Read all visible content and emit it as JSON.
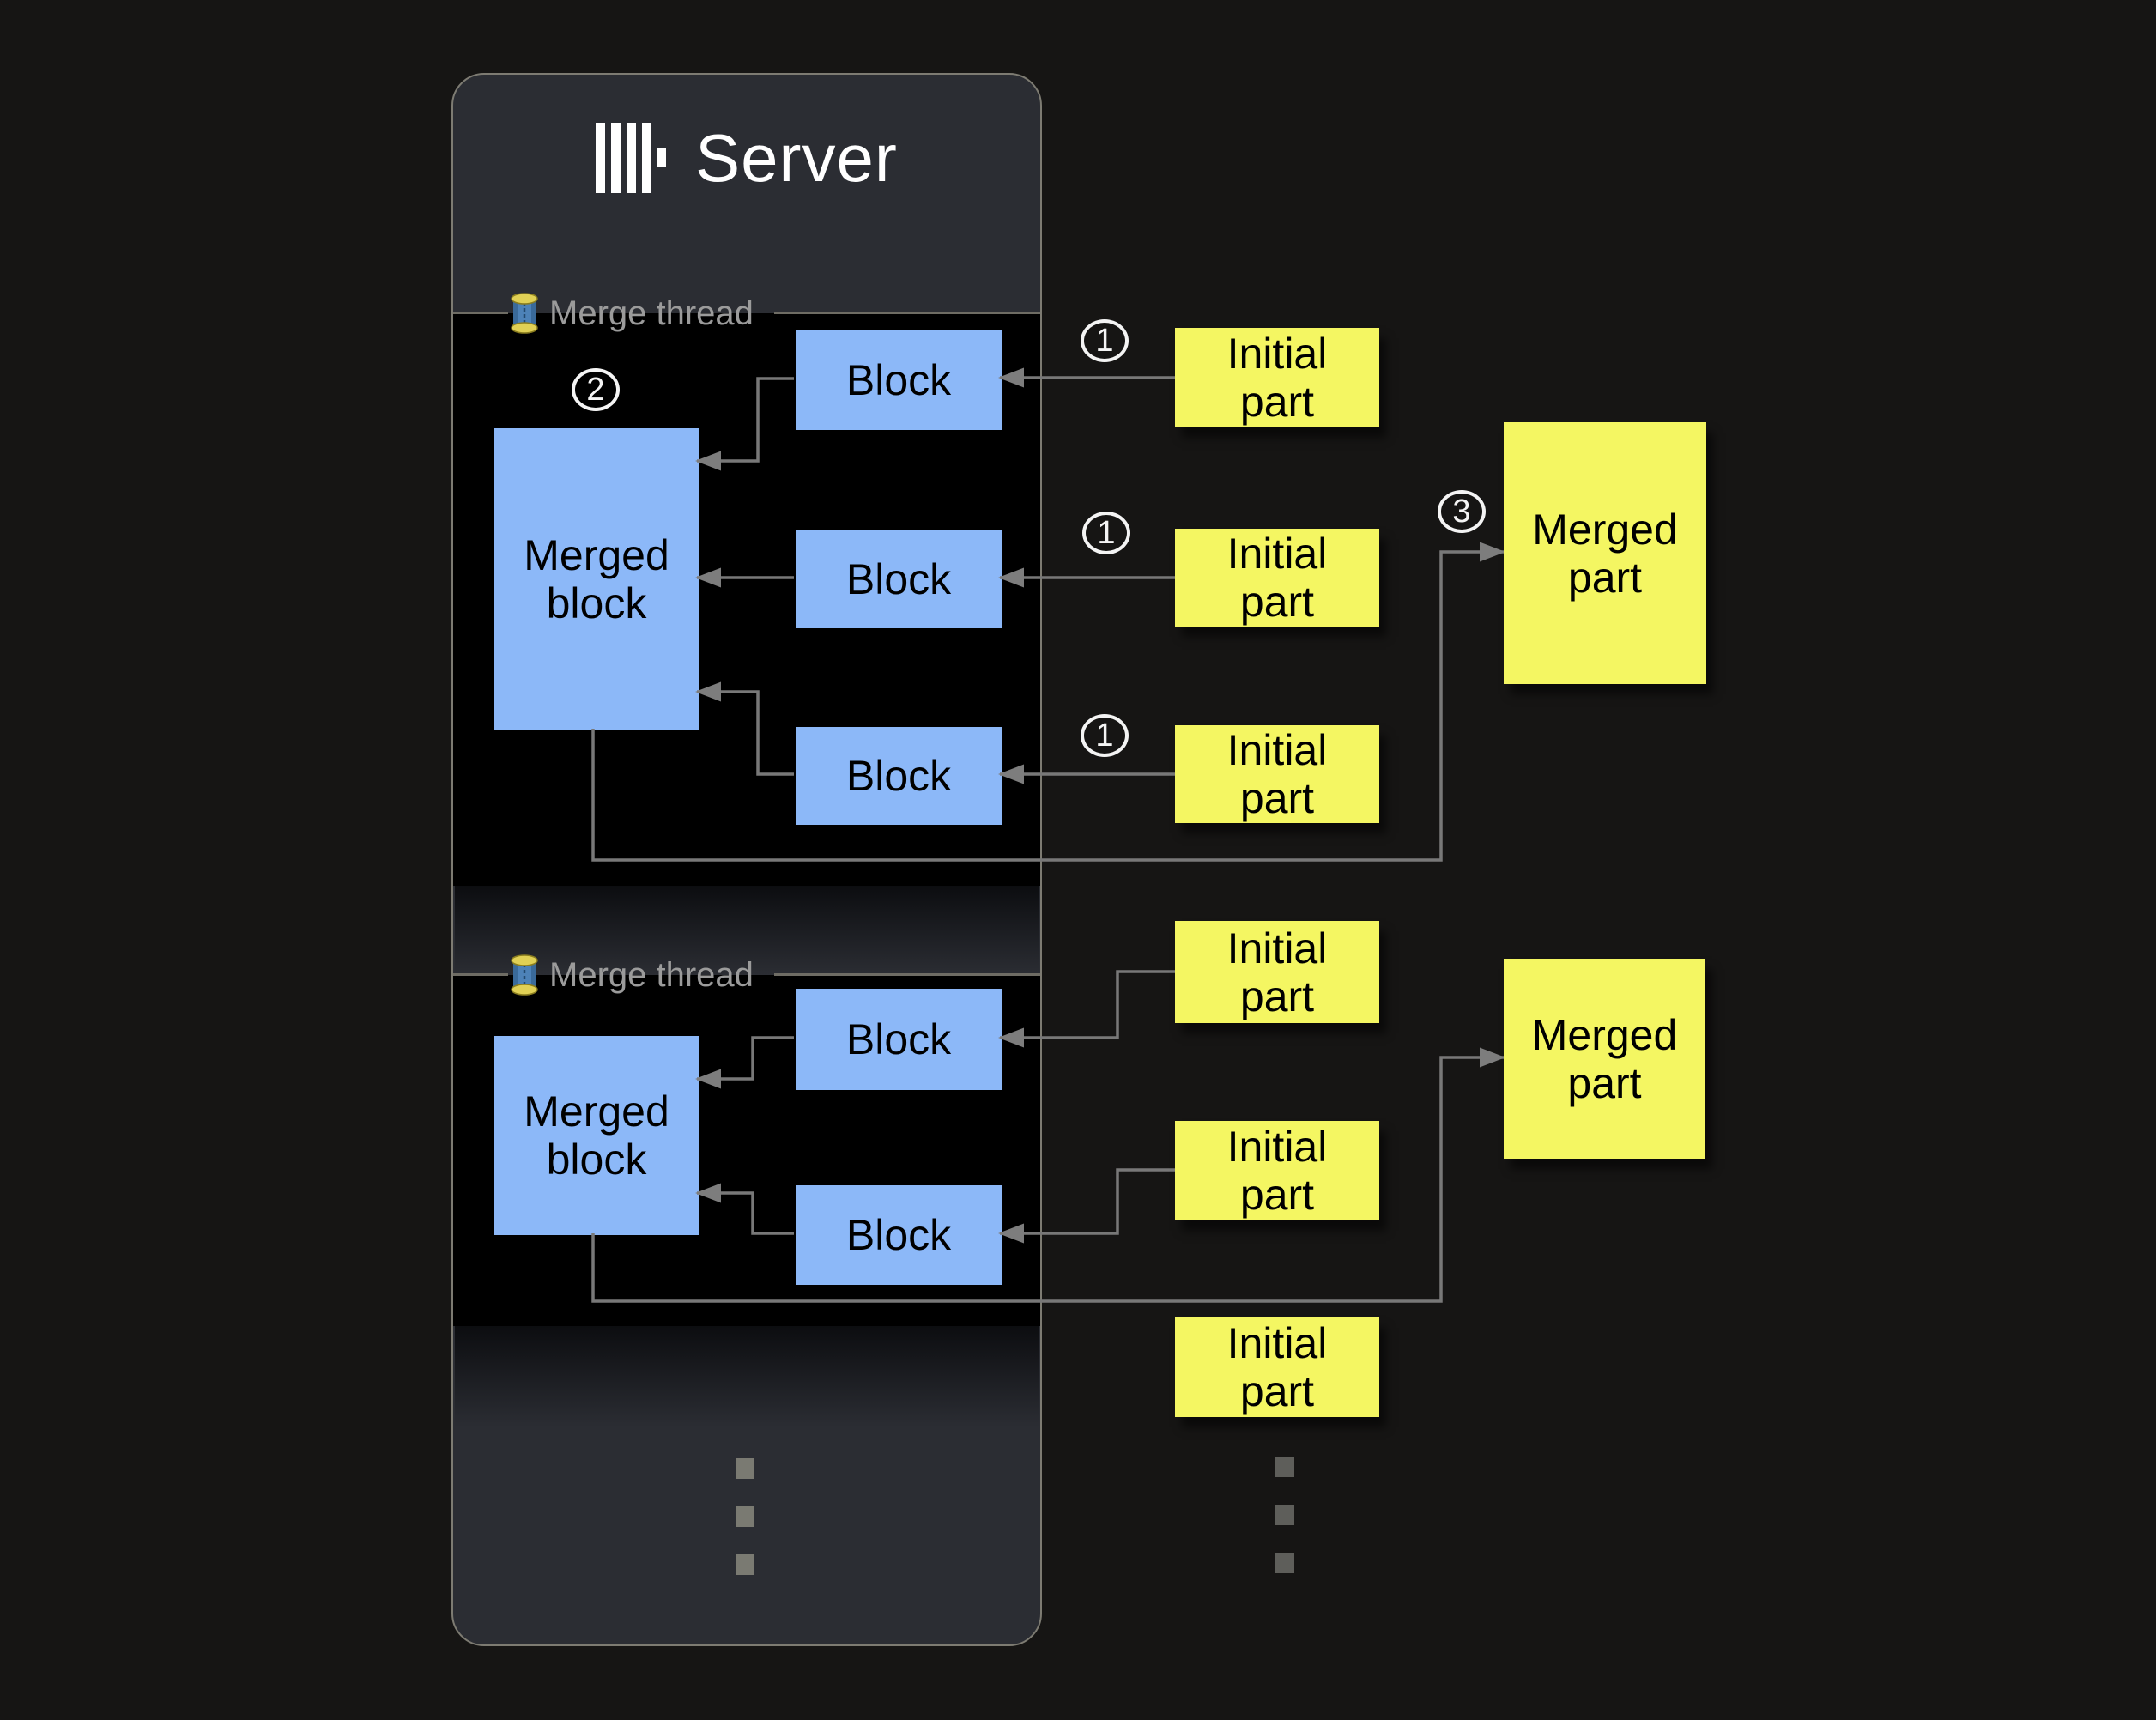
{
  "colors": {
    "background": "#161514",
    "panel": "#2b2d33",
    "panel_border": "#7d7b72",
    "section_background": "#000000",
    "section_border": "#6e6c64",
    "block_blue": "#8cb8f8",
    "part_yellow": "#f4f662",
    "arrow_gray": "#787878",
    "legend_text": "#9b9b9b",
    "title_text": "#ffffff"
  },
  "server": {
    "title": "Server",
    "logo_icon": "clickhouse-logo"
  },
  "sections": [
    {
      "legend": "Merge thread",
      "icon": "thread-spool",
      "step_badge": "2",
      "merged_block": {
        "label": "Merged\nblock"
      },
      "blocks": [
        {
          "label": "Block"
        },
        {
          "label": "Block"
        },
        {
          "label": "Block"
        }
      ]
    },
    {
      "legend": "Merge thread",
      "icon": "thread-spool",
      "merged_block": {
        "label": "Merged\nblock"
      },
      "blocks": [
        {
          "label": "Block"
        },
        {
          "label": "Block"
        }
      ]
    }
  ],
  "initial_parts": [
    {
      "label": "Initial\npart",
      "badge": "1"
    },
    {
      "label": "Initial\npart",
      "badge": "1"
    },
    {
      "label": "Initial\npart",
      "badge": "1"
    },
    {
      "label": "Initial\npart"
    },
    {
      "label": "Initial\npart"
    },
    {
      "label": "Initial\npart"
    }
  ],
  "merged_parts": [
    {
      "label": "Merged\npart",
      "badge": "3"
    },
    {
      "label": "Merged\npart"
    }
  ]
}
